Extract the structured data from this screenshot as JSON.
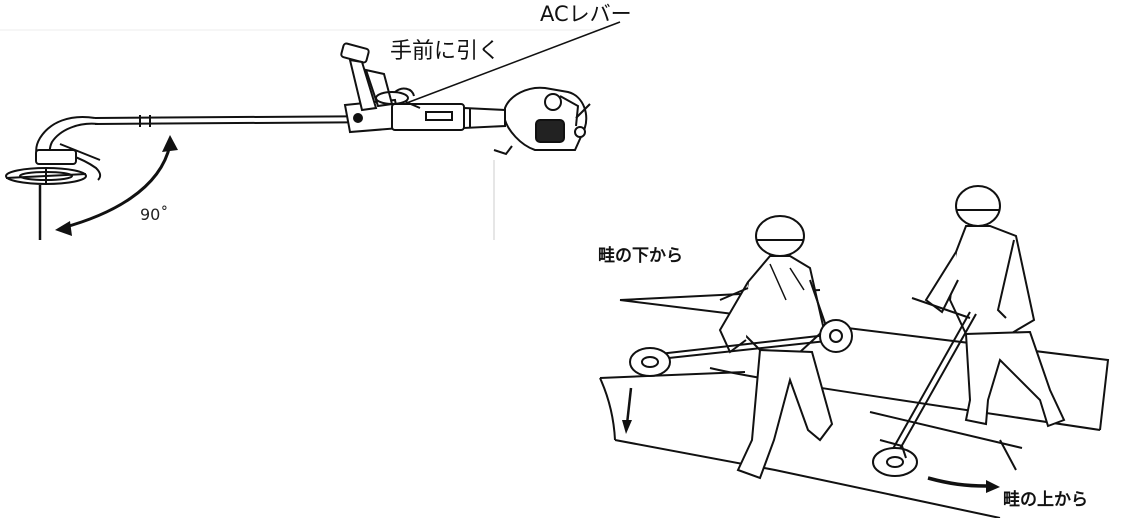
{
  "labels": {
    "ac_lever": "ACレバー",
    "pull_toward": "手前に引く",
    "angle": "90˚",
    "from_below_ridge": "畦の下から",
    "from_above_ridge": "畦の上から"
  },
  "colors": {
    "line": "#111111",
    "background": "#ffffff"
  }
}
